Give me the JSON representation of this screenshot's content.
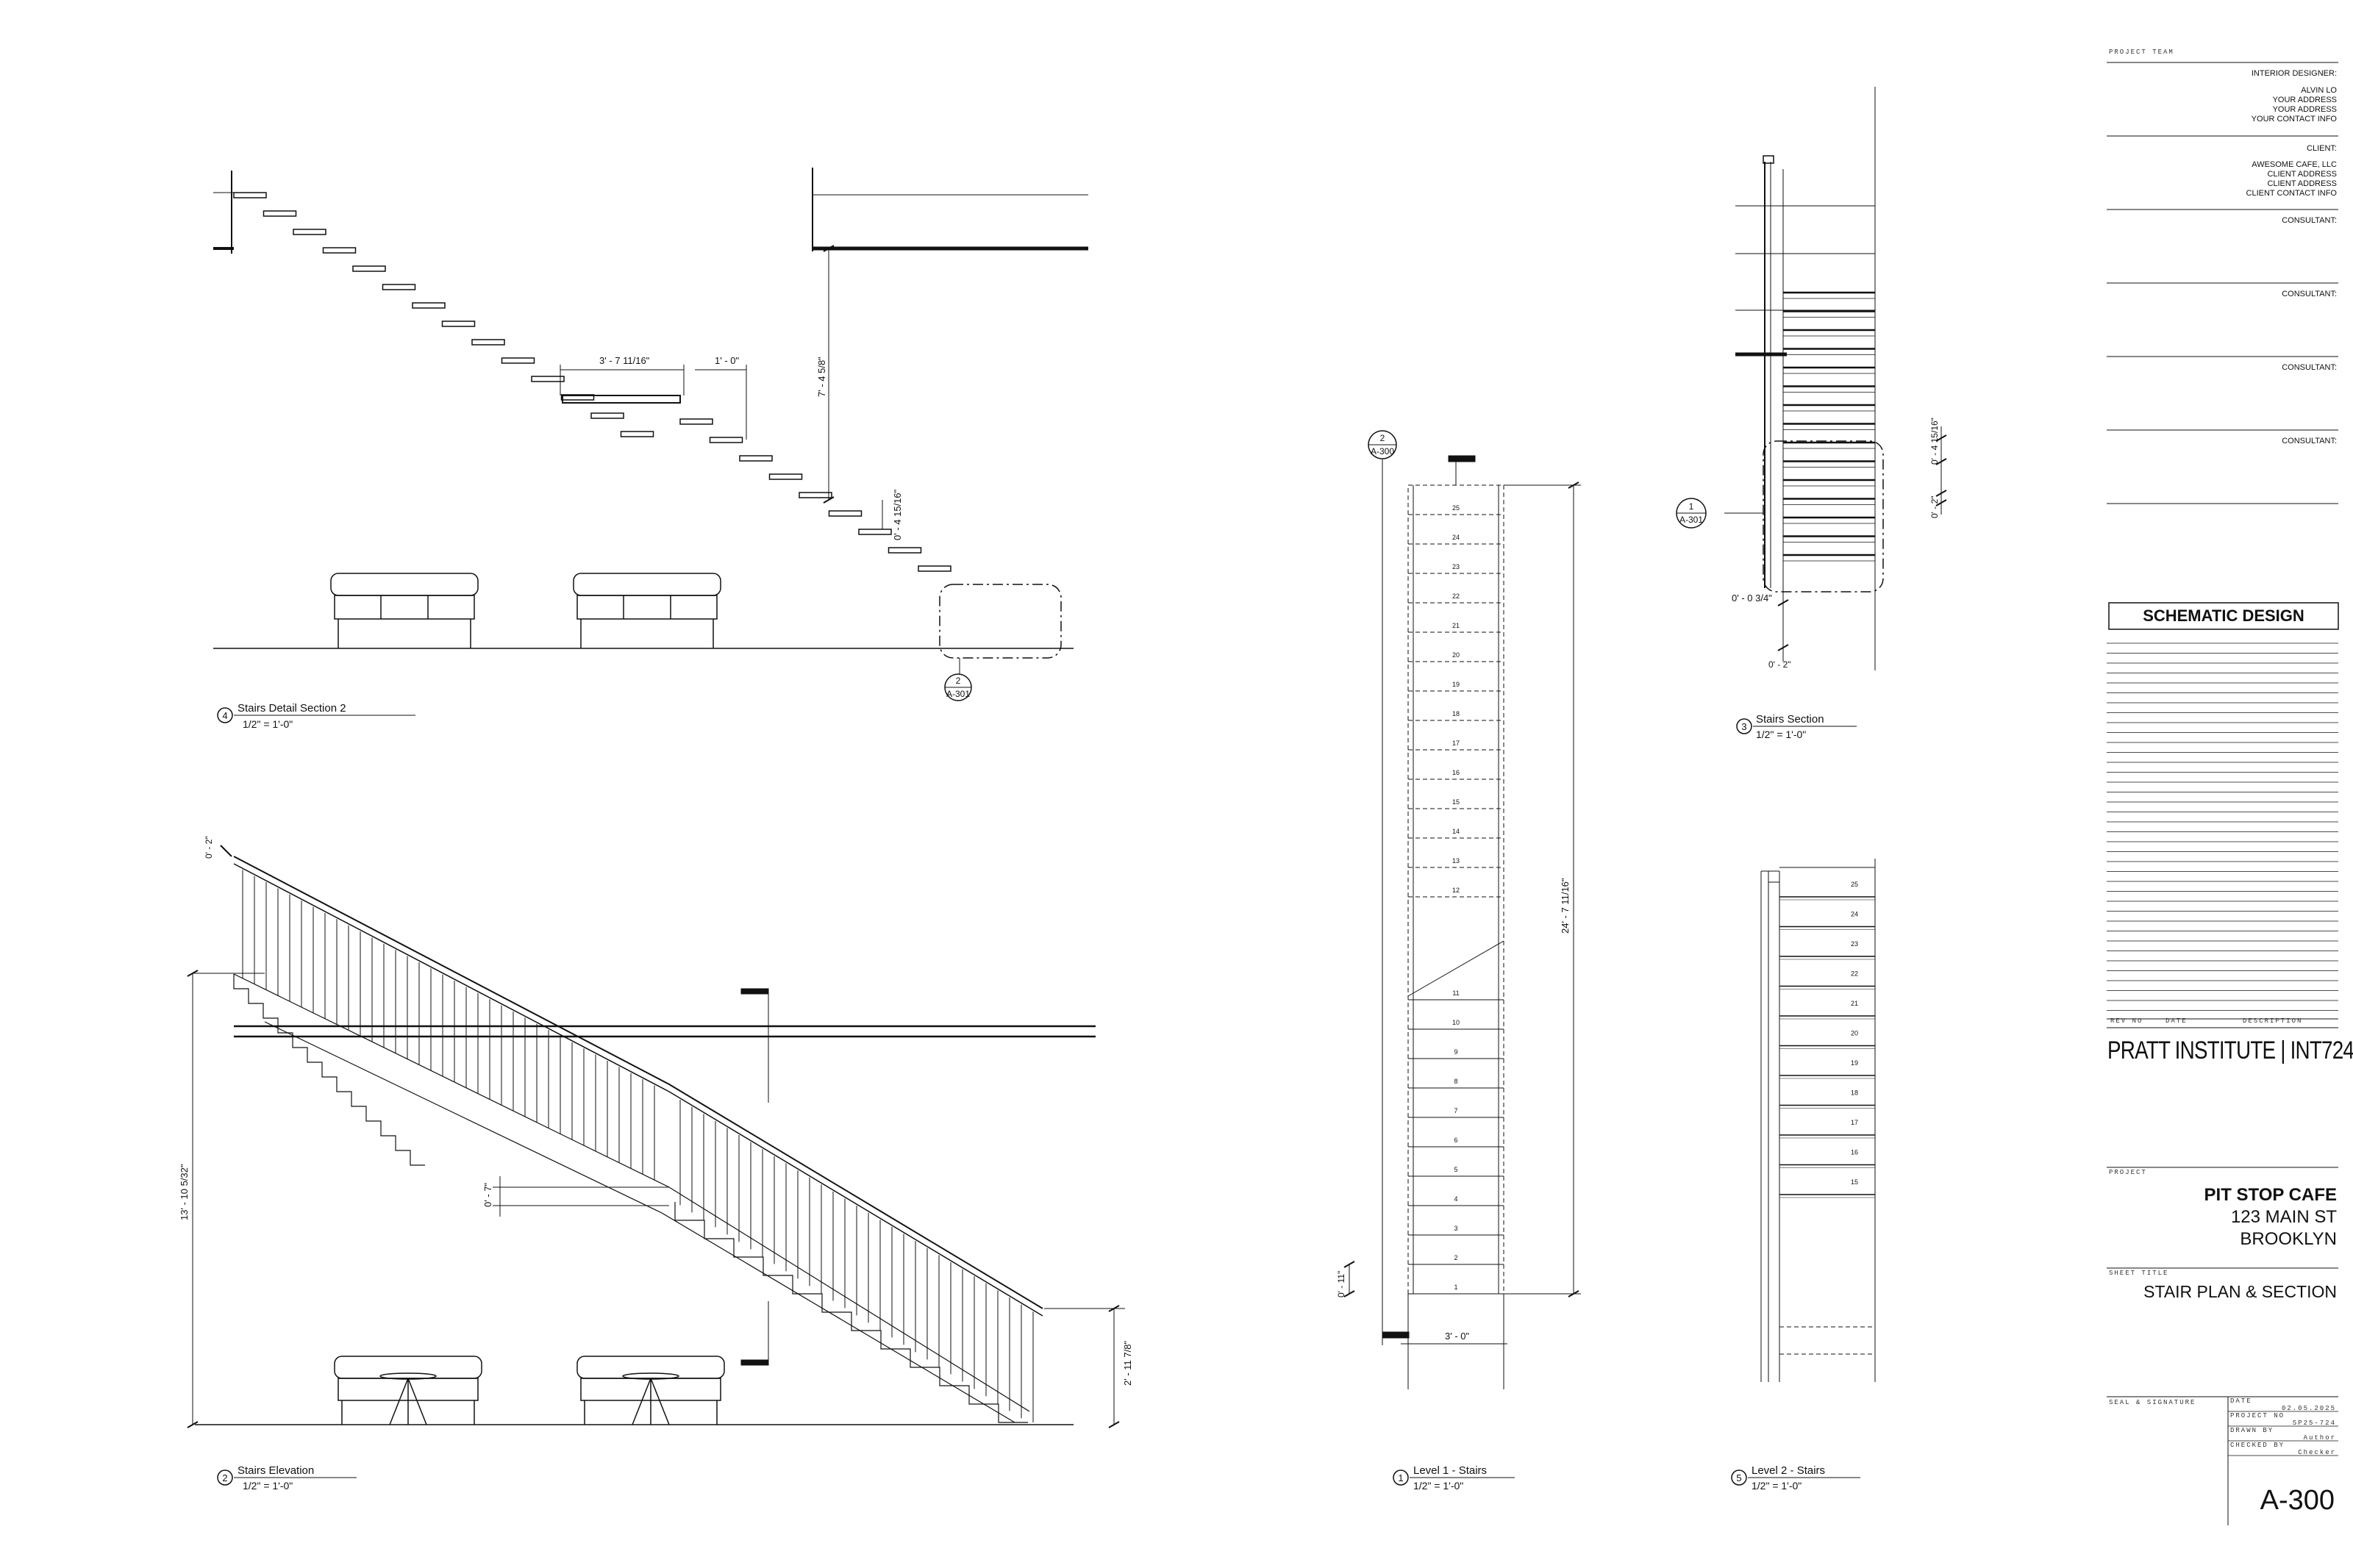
{
  "views": {
    "detail_section": {
      "num": "4",
      "title": "Stairs Detail Section 2",
      "scale": "1/2\" = 1'-0\""
    },
    "elevation": {
      "num": "2",
      "title": "Stairs Elevation",
      "scale": "1/2\" = 1'-0\""
    },
    "level1": {
      "num": "1",
      "title": "Level 1 - Stairs",
      "scale": "1/2\" = 1'-0\""
    },
    "section": {
      "num": "3",
      "title": "Stairs Section",
      "scale": "1/2\" = 1'-0\""
    },
    "level2": {
      "num": "5",
      "title": "Level 2 - Stairs",
      "scale": "1/2\" = 1'-0\""
    }
  },
  "dimensions": {
    "tread_run": "3' - 7 11/16\"",
    "tread_depth": "1' - 0\"",
    "floor_to_floor": "7' - 4 5/8\"",
    "riser_gap": "0' - 4 15/16\"",
    "overall_height": "13' - 10 5/32\"",
    "landing_clear": "0' - 7\"",
    "rail_height": "2' - 11 7/8\"",
    "top_offset": "0' - 2\"",
    "plan_length": "24' - 7 11/16\"",
    "plan_width": "3' - 0\"",
    "plan_offset": "0' - 11\"",
    "sec_riser": "0' - 4 15/16\"",
    "sec_gap": "0' - 2\"",
    "sec_nosing": "0' - 0 3/4\"",
    "sec_bottom": "0' - 2\""
  },
  "callouts": {
    "detail_ref": {
      "num": "2",
      "sheet": "A-301"
    },
    "plan_ref": {
      "num": "2",
      "sheet": "A-300"
    },
    "section_ref": {
      "num": "1",
      "sheet": "A-301"
    }
  },
  "plan_tread_numbers": [
    "25",
    "24",
    "23",
    "22",
    "21",
    "20",
    "19",
    "18",
    "17",
    "16",
    "15",
    "14",
    "13",
    "12",
    "11",
    "10",
    "9",
    "8",
    "7",
    "6",
    "5",
    "4",
    "3",
    "2",
    "1"
  ],
  "level2_tread_numbers": [
    "25",
    "24",
    "23",
    "22",
    "21",
    "20",
    "19",
    "18",
    "17",
    "16",
    "15"
  ],
  "title_block": {
    "team_label": "PROJECT TEAM",
    "interior_designer_label": "INTERIOR DESIGNER:",
    "designer_lines": [
      "ALVIN LO",
      "YOUR ADDRESS",
      "YOUR ADDRESS",
      "YOUR CONTACT INFO"
    ],
    "client_label": "CLIENT:",
    "client_lines": [
      "AWESOME CAFE, LLC",
      "CLIENT ADDRESS",
      "CLIENT ADDRESS",
      "CLIENT CONTACT INFO"
    ],
    "consultant_label": "CONSULTANT:",
    "phase": "SCHEMATIC DESIGN",
    "rev_no": "REV NO",
    "rev_date": "DATE",
    "rev_desc": "DESCRIPTION",
    "school": "PRATT INSTITUTE | INT724",
    "project_label": "PROJECT",
    "project_name": "PIT STOP CAFE",
    "address1": "123 MAIN ST",
    "address2": "BROOKLYN",
    "sheet_title_label": "SHEET TITLE",
    "sheet_title": "STAIR PLAN & SECTION",
    "seal_label": "SEAL & SIGNATURE",
    "date_label": "DATE",
    "date_value": "02.05.2025",
    "project_no_label": "PROJECT NO",
    "project_no_value": "SP25-724",
    "drawn_label": "DRAWN BY",
    "drawn_value": "Author",
    "checked_label": "CHECKED BY",
    "checked_value": "Checker",
    "sheet_number": "A-300"
  }
}
